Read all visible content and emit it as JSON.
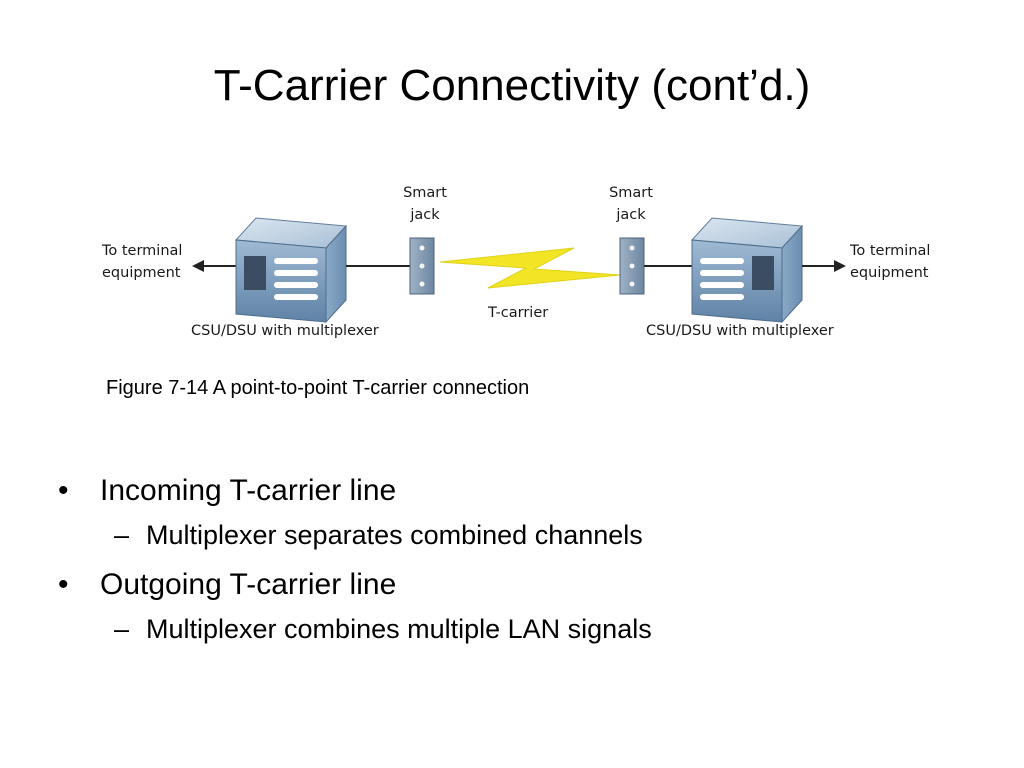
{
  "slide": {
    "title": "T-Carrier Connectivity (cont’d.)",
    "caption": "Figure 7-14 A point-to-point T-carrier connection"
  },
  "figure": {
    "left_equipment_label": "To terminal\nequipment",
    "right_equipment_label": "To terminal\nequipment",
    "left_device_label": "CSU/DSU with multiplexer",
    "right_device_label": "CSU/DSU with multiplexer",
    "left_jack_label": "Smart\njack",
    "right_jack_label": "Smart\njack",
    "link_label": "T-carrier",
    "colors": {
      "device": "#7d9fbf",
      "lightning": "#f2e526",
      "line": "#222222"
    }
  },
  "bullets": [
    {
      "mark": "•",
      "text": "Incoming T-carrier line",
      "sub": {
        "mark": "–",
        "text": "Multiplexer separates combined channels"
      }
    },
    {
      "mark": "•",
      "text": "Outgoing T-carrier line",
      "sub": {
        "mark": "–",
        "text": "Multiplexer combines multiple LAN signals"
      }
    }
  ]
}
